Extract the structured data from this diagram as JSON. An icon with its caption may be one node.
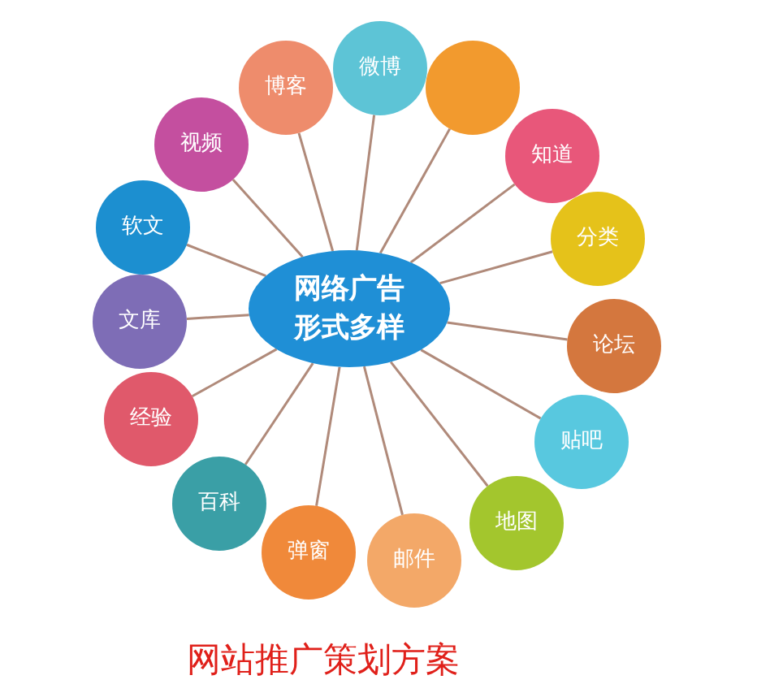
{
  "diagram": {
    "caption": "网站推广策划方案",
    "nodes": [
      {
        "text": [
          "网络广告形式多样"
        ]
      },
      {
        "text": [
          "博客"
        ]
      },
      {
        "text": [
          "微博"
        ]
      },
      {
        "text": [],
        "shape": "circle"
      },
      {
        "text": [
          "知道"
        ]
      },
      {
        "text": [
          "分类"
        ]
      },
      {
        "text": [
          "论坛"
        ]
      },
      {
        "text": [
          "贴吧"
        ]
      },
      {
        "text": [
          "地图"
        ]
      },
      {
        "text": [
          "邮件"
        ]
      },
      {
        "text": [
          "弹窗"
        ]
      },
      {
        "text": [
          "百科"
        ]
      },
      {
        "text": [
          "经验"
        ]
      },
      {
        "text": [
          "文库"
        ]
      },
      {
        "text": [
          "软文"
        ]
      },
      {
        "text": [
          "视频"
        ]
      }
    ],
    "edges": [
      {
        "from": 0,
        "to": 1,
        "arrow": "none"
      },
      {
        "from": 0,
        "to": 2,
        "arrow": "none"
      },
      {
        "from": 0,
        "to": 3,
        "arrow": "none"
      },
      {
        "from": 0,
        "to": 4,
        "arrow": "none"
      },
      {
        "from": 0,
        "to": 5,
        "arrow": "none"
      },
      {
        "from": 0,
        "to": 6,
        "arrow": "none"
      },
      {
        "from": 0,
        "to": 7,
        "arrow": "none"
      },
      {
        "from": 0,
        "to": 8,
        "arrow": "none"
      },
      {
        "from": 0,
        "to": 9,
        "arrow": "none"
      },
      {
        "from": 0,
        "to": 10,
        "arrow": "none"
      },
      {
        "from": 0,
        "to": 11,
        "arrow": "none"
      },
      {
        "from": 0,
        "to": 12,
        "arrow": "none"
      },
      {
        "from": 0,
        "to": 13,
        "arrow": "none"
      },
      {
        "from": 0,
        "to": 14,
        "arrow": "none"
      },
      {
        "from": 0,
        "to": 15,
        "arrow": "none"
      }
    ]
  }
}
